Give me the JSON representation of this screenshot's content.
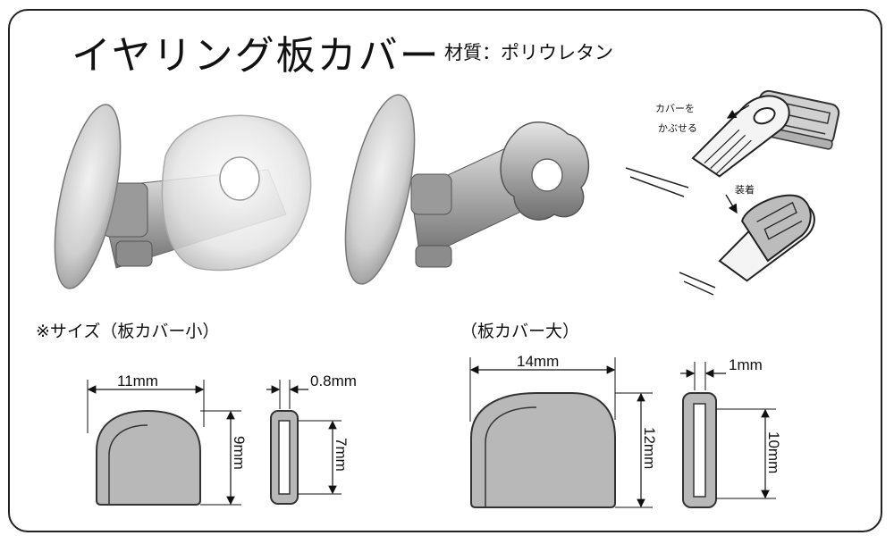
{
  "title": "イヤリング板カバー",
  "material": "材質：ポリウレタン",
  "sections": {
    "small": "※サイズ（板カバー小）",
    "large": "（板カバー大）"
  },
  "small_dims": {
    "width": "11mm",
    "height": "9mm",
    "thickness": "0.8mm",
    "inner": "7mm"
  },
  "large_dims": {
    "width": "14mm",
    "height": "12mm",
    "thickness": "1mm",
    "inner": "10mm"
  },
  "instructions": {
    "cover_line1": "カバーを",
    "cover_line2": "かぶせる",
    "install": "装着"
  },
  "colors": {
    "frame": "#222222",
    "cover_fill": "#b8b8b8",
    "metal": "#c9c9c9"
  }
}
